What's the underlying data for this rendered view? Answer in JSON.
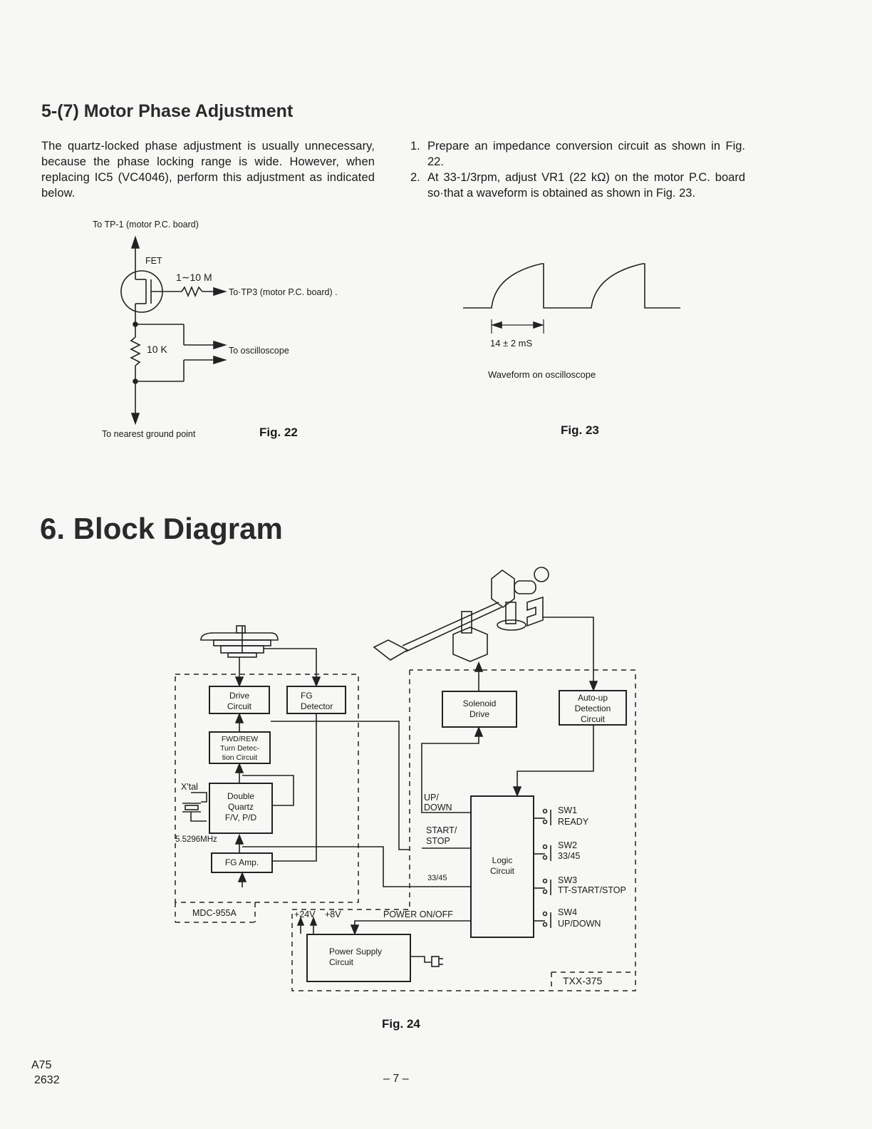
{
  "section_5": {
    "title": "5-(7) Motor Phase Adjustment",
    "intro": "The quartz-locked phase adjustment is usually unnecessary, because the phase locking range is wide. However, when replacing IC5 (VC4046), perform this adjustment as indicated below.",
    "steps": [
      {
        "num": "1.",
        "text": "Prepare an impedance conversion circuit as shown in Fig. 22."
      },
      {
        "num": "2.",
        "text": "At 33-1/3rpm, adjust VR1 (22 kΩ) on the motor P.C. board so·that a waveform is obtained as shown in Fig. 23."
      }
    ]
  },
  "fig22": {
    "top_label": "To TP-1 (motor P.C. board)",
    "fet": "FET",
    "resistor_value": "1∼10 M",
    "tp3_label": "To·TP3 (motor P.C. board) .",
    "r2_value": "10 K",
    "scope_label": "To oscilloscope",
    "ground_label": "To nearest ground point",
    "caption": "Fig. 22"
  },
  "fig23": {
    "period": "14 ± 2 mS",
    "caption_text": "Waveform on oscilloscope",
    "caption": "Fig. 23"
  },
  "section_6": {
    "title": "6. Block Diagram"
  },
  "fig24": {
    "drive_circuit": "Drive\nCircuit",
    "fg_detector": "FG\nDetector",
    "fwd_rew": "FWD/REW\nTurn Detec-\ntion Circuit",
    "xtal": "X'tal",
    "double_quartz": "Double\nQuartz\nF/V, P/D",
    "freq": "5.5296MHz",
    "fg_amp": "FG Amp.",
    "mdc": "MDC-955A",
    "solenoid": "Solenoid\nDrive",
    "autoup": "Auto-up\nDetection\nCircuit",
    "updown_sig": "UP/\nDOWN",
    "startstop_sig": "START/\nSTOP",
    "sig_3345": "33/45",
    "logic": "Logic\nCircuit",
    "sw1": "SW1",
    "sw1_label": "READY",
    "sw2": "SW2",
    "sw2_label": "33/45",
    "sw3": "SW3",
    "sw3_label": "TT-START/STOP",
    "sw4": "SW4",
    "sw4_label": "UP/DOWN",
    "v24": "+24V",
    "v8": "+8V",
    "power_onoff": "POWER ON/OFF",
    "power_supply": "Power Supply\nCircuit",
    "txx": "TXX-375",
    "caption": "Fig. 24"
  },
  "footer": {
    "model": "A75",
    "code": "2632",
    "page": "– 7 –"
  }
}
